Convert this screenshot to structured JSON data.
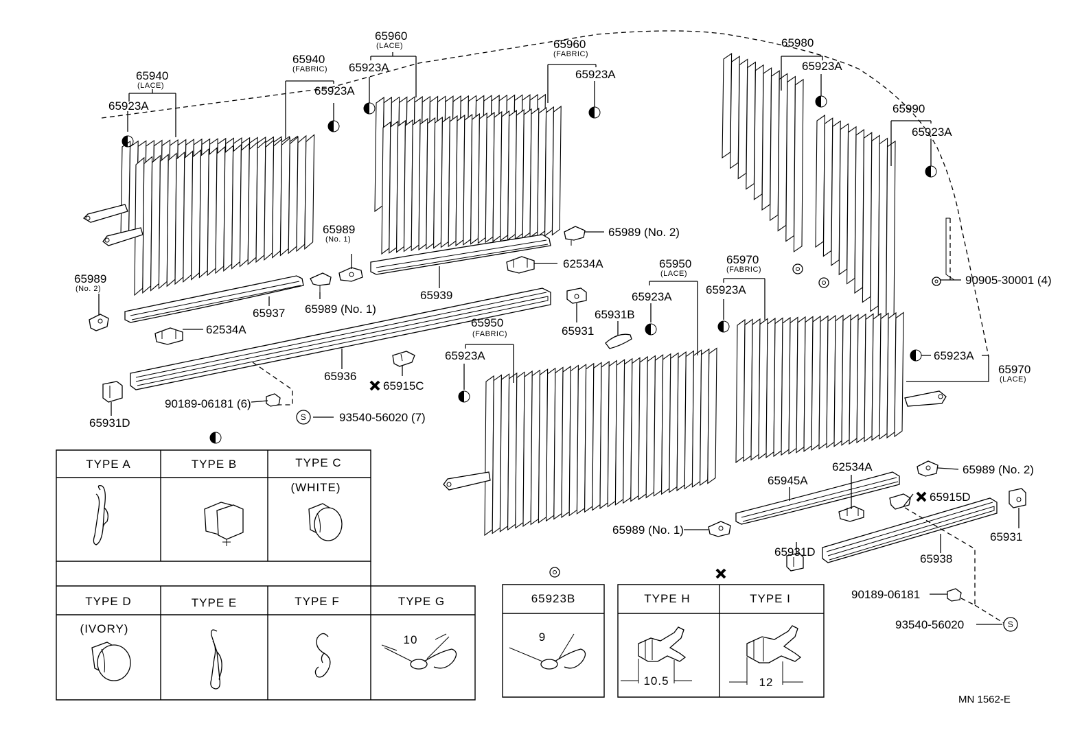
{
  "parts": {
    "p65940_lace": {
      "num": "65940",
      "sub": "(LACE)"
    },
    "p65940_fabric": {
      "num": "65940",
      "sub": "(FABRIC)"
    },
    "p65960_lace": {
      "num": "65960",
      "sub": "(LACE)"
    },
    "p65960_fabric": {
      "num": "65960",
      "sub": "(FABRIC)"
    },
    "p65980": {
      "num": "65980"
    },
    "p65990": {
      "num": "65990"
    },
    "p65950_lace": {
      "num": "65950",
      "sub": "(LACE)"
    },
    "p65950_fabric": {
      "num": "65950",
      "sub": "(FABRIC)"
    },
    "p65970_fabric": {
      "num": "65970",
      "sub": "(FABRIC)"
    },
    "p65970_lace": {
      "num": "65970",
      "sub": "(LACE)"
    },
    "clip_a": "65923A",
    "p65989_no1": "65989",
    "p65989_no1_sub": "(No. 1)",
    "p65989_no2_a": "65989 (No. 2)",
    "p65989_no1_b": "65989 (No. 1)",
    "p65989_no1_c": "65989 (No. 1)",
    "p65989_no2_b": "65989",
    "p65989_no2_b_sub": "(No. 2)",
    "p65989_no2_c": "65989 (No. 2)",
    "p65937": "65937",
    "p65939": "65939",
    "p65936": "65936",
    "p65938": "65938",
    "p65945A": "65945A",
    "p62534A": "62534A",
    "p65931": "65931",
    "p65931B": "65931B",
    "p65931D": "65931D",
    "p65915C": "65915C",
    "p65915D": "65915D",
    "p90189_6": "90189-06181 (6)",
    "p90189": "90189-06181",
    "p93540_7": "93540-56020 (7)",
    "p93540": "93540-56020",
    "p90905": "90905-30001 (4)",
    "symbol_s": "S"
  },
  "tables": {
    "clips": {
      "type_a": "TYPE  A",
      "type_b": "TYPE  B",
      "type_c": "TYPE  C",
      "type_c_note": "(WHITE)",
      "type_d": "TYPE  D",
      "type_d_note": "(IVORY)",
      "type_e": "TYPE  E",
      "type_f": "TYPE  F",
      "type_g": "TYPE  G",
      "type_g_dim": "10"
    },
    "clip_b": {
      "title": "65923B",
      "dim": "9"
    },
    "fasteners": {
      "type_h": "TYPE  H",
      "type_h_dim": "10.5",
      "type_i": "TYPE  I",
      "type_i_dim": "12"
    }
  },
  "footer": {
    "code": "MN  1562-E"
  }
}
